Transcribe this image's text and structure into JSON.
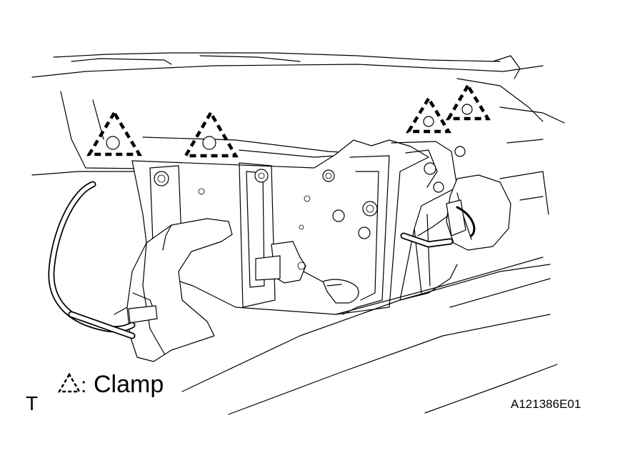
{
  "legend": {
    "symbol_icon": "dashed-triangle-clamp-icon",
    "separator": ":",
    "text": "Clamp"
  },
  "view_marker": "T",
  "figure_code": "A121386E01",
  "colors": {
    "line": "#000000",
    "background": "#ffffff"
  }
}
